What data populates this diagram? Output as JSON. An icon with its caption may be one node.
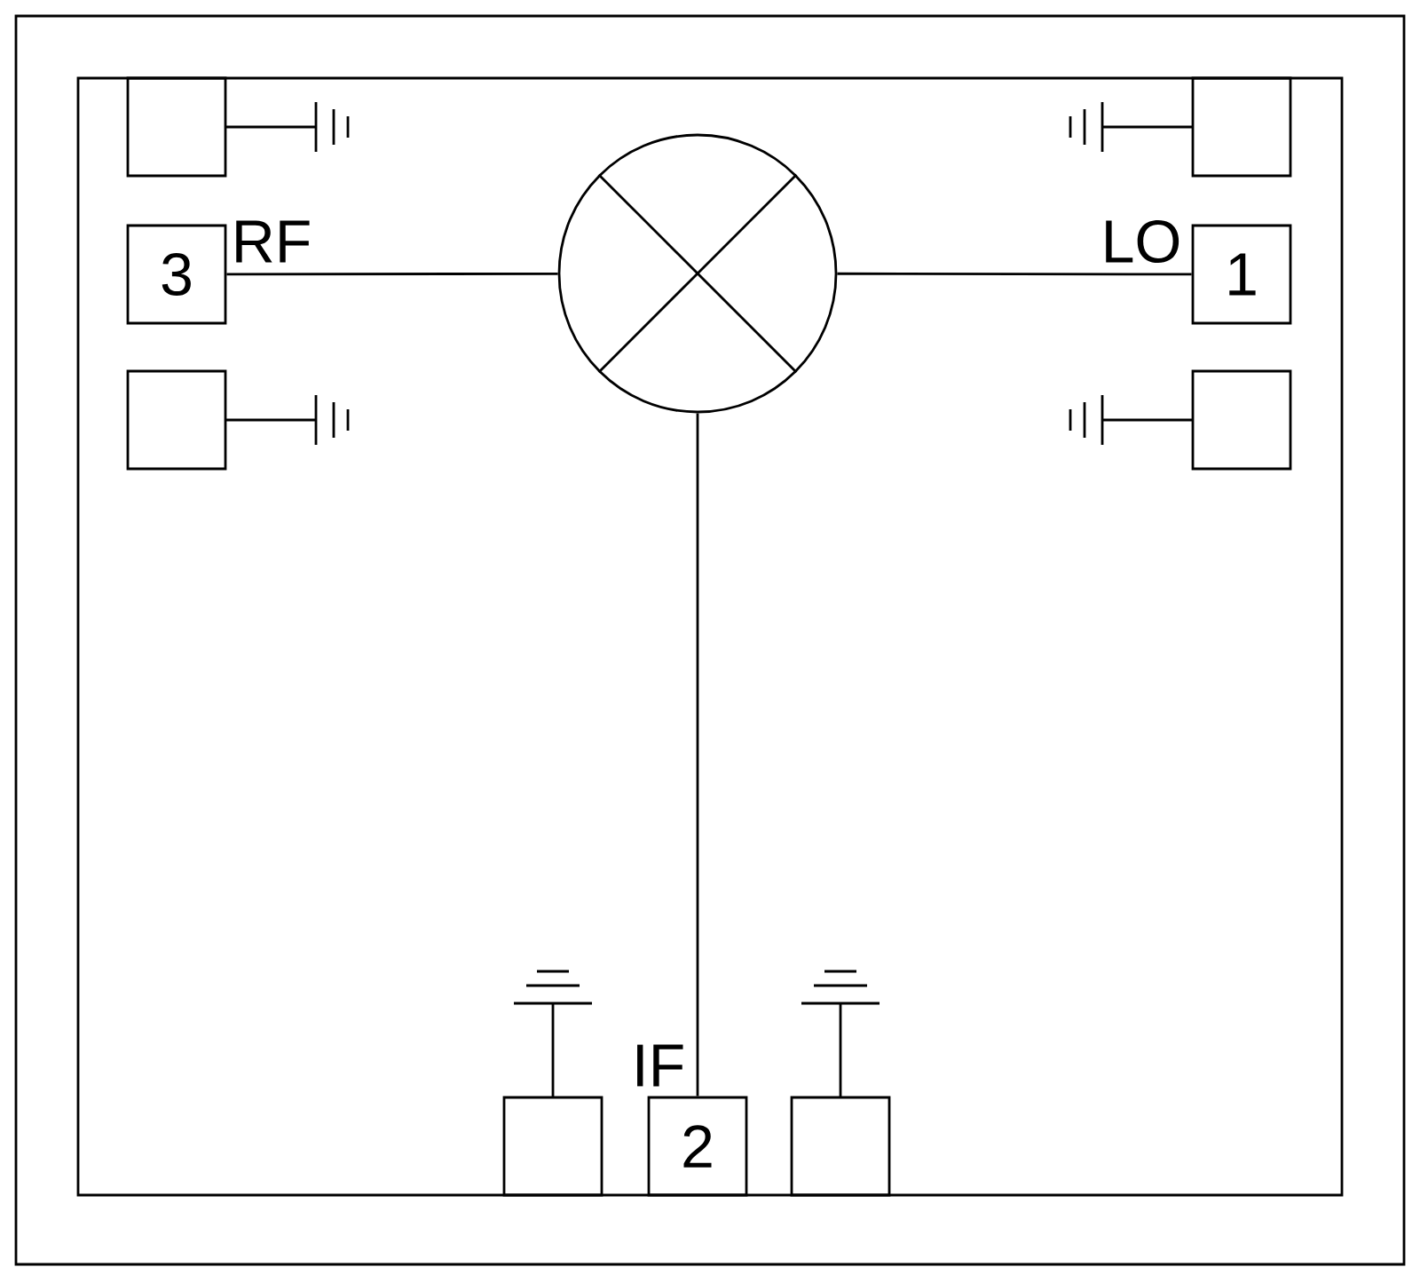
{
  "diagram": {
    "nodes": [
      {
        "text": [],
        "shape": "box"
      },
      {
        "text": [],
        "shape": "box"
      },
      {
        "text": [
          "3"
        ]
      },
      {
        "text": [],
        "shape": "circle"
      },
      {
        "text": [
          "1"
        ]
      },
      {
        "text": [],
        "shape": "box"
      },
      {
        "text": [],
        "shape": "box"
      },
      {
        "text": [],
        "shape": "box"
      },
      {
        "text": [
          "2"
        ]
      },
      {
        "text": [],
        "shape": "box"
      }
    ],
    "edges": [
      {
        "from": 2,
        "to": 3,
        "arrow": "none"
      },
      {
        "from": 3,
        "to": 4,
        "arrow": "none"
      },
      {
        "from": 3,
        "to": 8,
        "arrow": "none"
      }
    ],
    "labels": [
      "RF",
      "LO",
      "IF"
    ]
  }
}
